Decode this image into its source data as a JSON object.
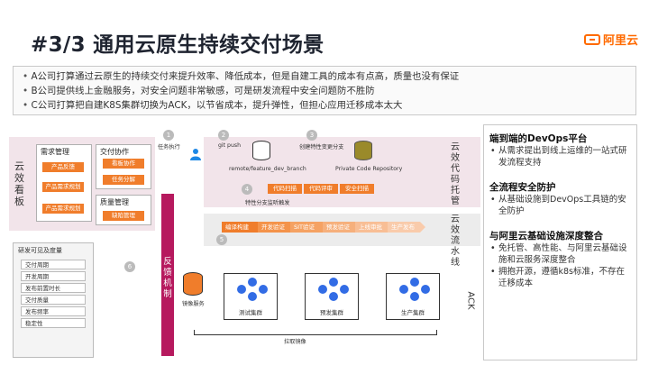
{
  "title": "#3/3 通用云原生持续交付场景",
  "logo": {
    "text": "阿里云",
    "color": "#ff6a00"
  },
  "intro": [
    "A公司打算通过云原生的持续交付来提升效率、降低成本，但是自建工具的成本有点高，质量也没有保证",
    "B公司提供线上金融服务，对安全问题非常敏感，可是研发流程中安全问题防不胜防",
    "C公司打算把自建K8S集群切换为ACK，以节省成本，提升弹性，但担心应用迁移成本太大"
  ],
  "diagram": {
    "yunxiao_board": "云效看板",
    "demand_mgmt": {
      "title": "需求管理",
      "items": [
        "产品反馈",
        "产品需求规划",
        "产品需求规划"
      ]
    },
    "delivery": {
      "title": "交付协作",
      "items": [
        "看板协作",
        "任务分解"
      ]
    },
    "quality": {
      "title": "质量管理",
      "items": [
        "缺陷管理"
      ]
    },
    "task_exec": "任务执行",
    "git_push": "git push",
    "branch_name": "remote/feature_dev_branch",
    "create_branch": "创建特性变更分支",
    "private_repo": "Private Code Repository",
    "feature_trigger": "特性分支监听触发",
    "code_steps": [
      "代码扫描",
      "代码评审",
      "安全扫描"
    ],
    "code_lane": "云效代码托管",
    "pipeline_steps": [
      "编译构建",
      "开发验证",
      "SIT验证",
      "预发验证",
      "上线审批",
      "生产发布"
    ],
    "pipeline_lane": "云效流水线",
    "feedback": "反馈机制",
    "image_repo": "镜像服务",
    "clusters": [
      "测试集群",
      "预发集群",
      "生产集群"
    ],
    "pull_image": "拉取镜像",
    "ack_label": "ACK",
    "numbers": [
      "1",
      "2",
      "3",
      "4",
      "5",
      "6"
    ],
    "metrics": {
      "title": "研发可见及度量",
      "items": [
        "交付周期",
        "开发周期",
        "发布前置时长",
        "交付质量",
        "发布频率",
        "稳定性"
      ]
    }
  },
  "right_panel": [
    {
      "head": "端到端的DevOps平台",
      "items": [
        "从需求提出到线上运维的一站式研发流程支持"
      ]
    },
    {
      "head": "全流程安全防护",
      "items": [
        "从基础设施到DevOps工具链的安全防护"
      ]
    },
    {
      "head": "与阿里云基础设施深度整合",
      "items": [
        "免托管、高性能、与阿里云基础设施和云服务深度整合",
        "拥抱开源，遵循k8s标准，不存在迁移成本"
      ]
    }
  ],
  "colors": {
    "orange": "#f07d2b",
    "magenta": "#b6195e",
    "pink_zone": "#f2e4ea",
    "k8s_blue": "#326ce5"
  }
}
